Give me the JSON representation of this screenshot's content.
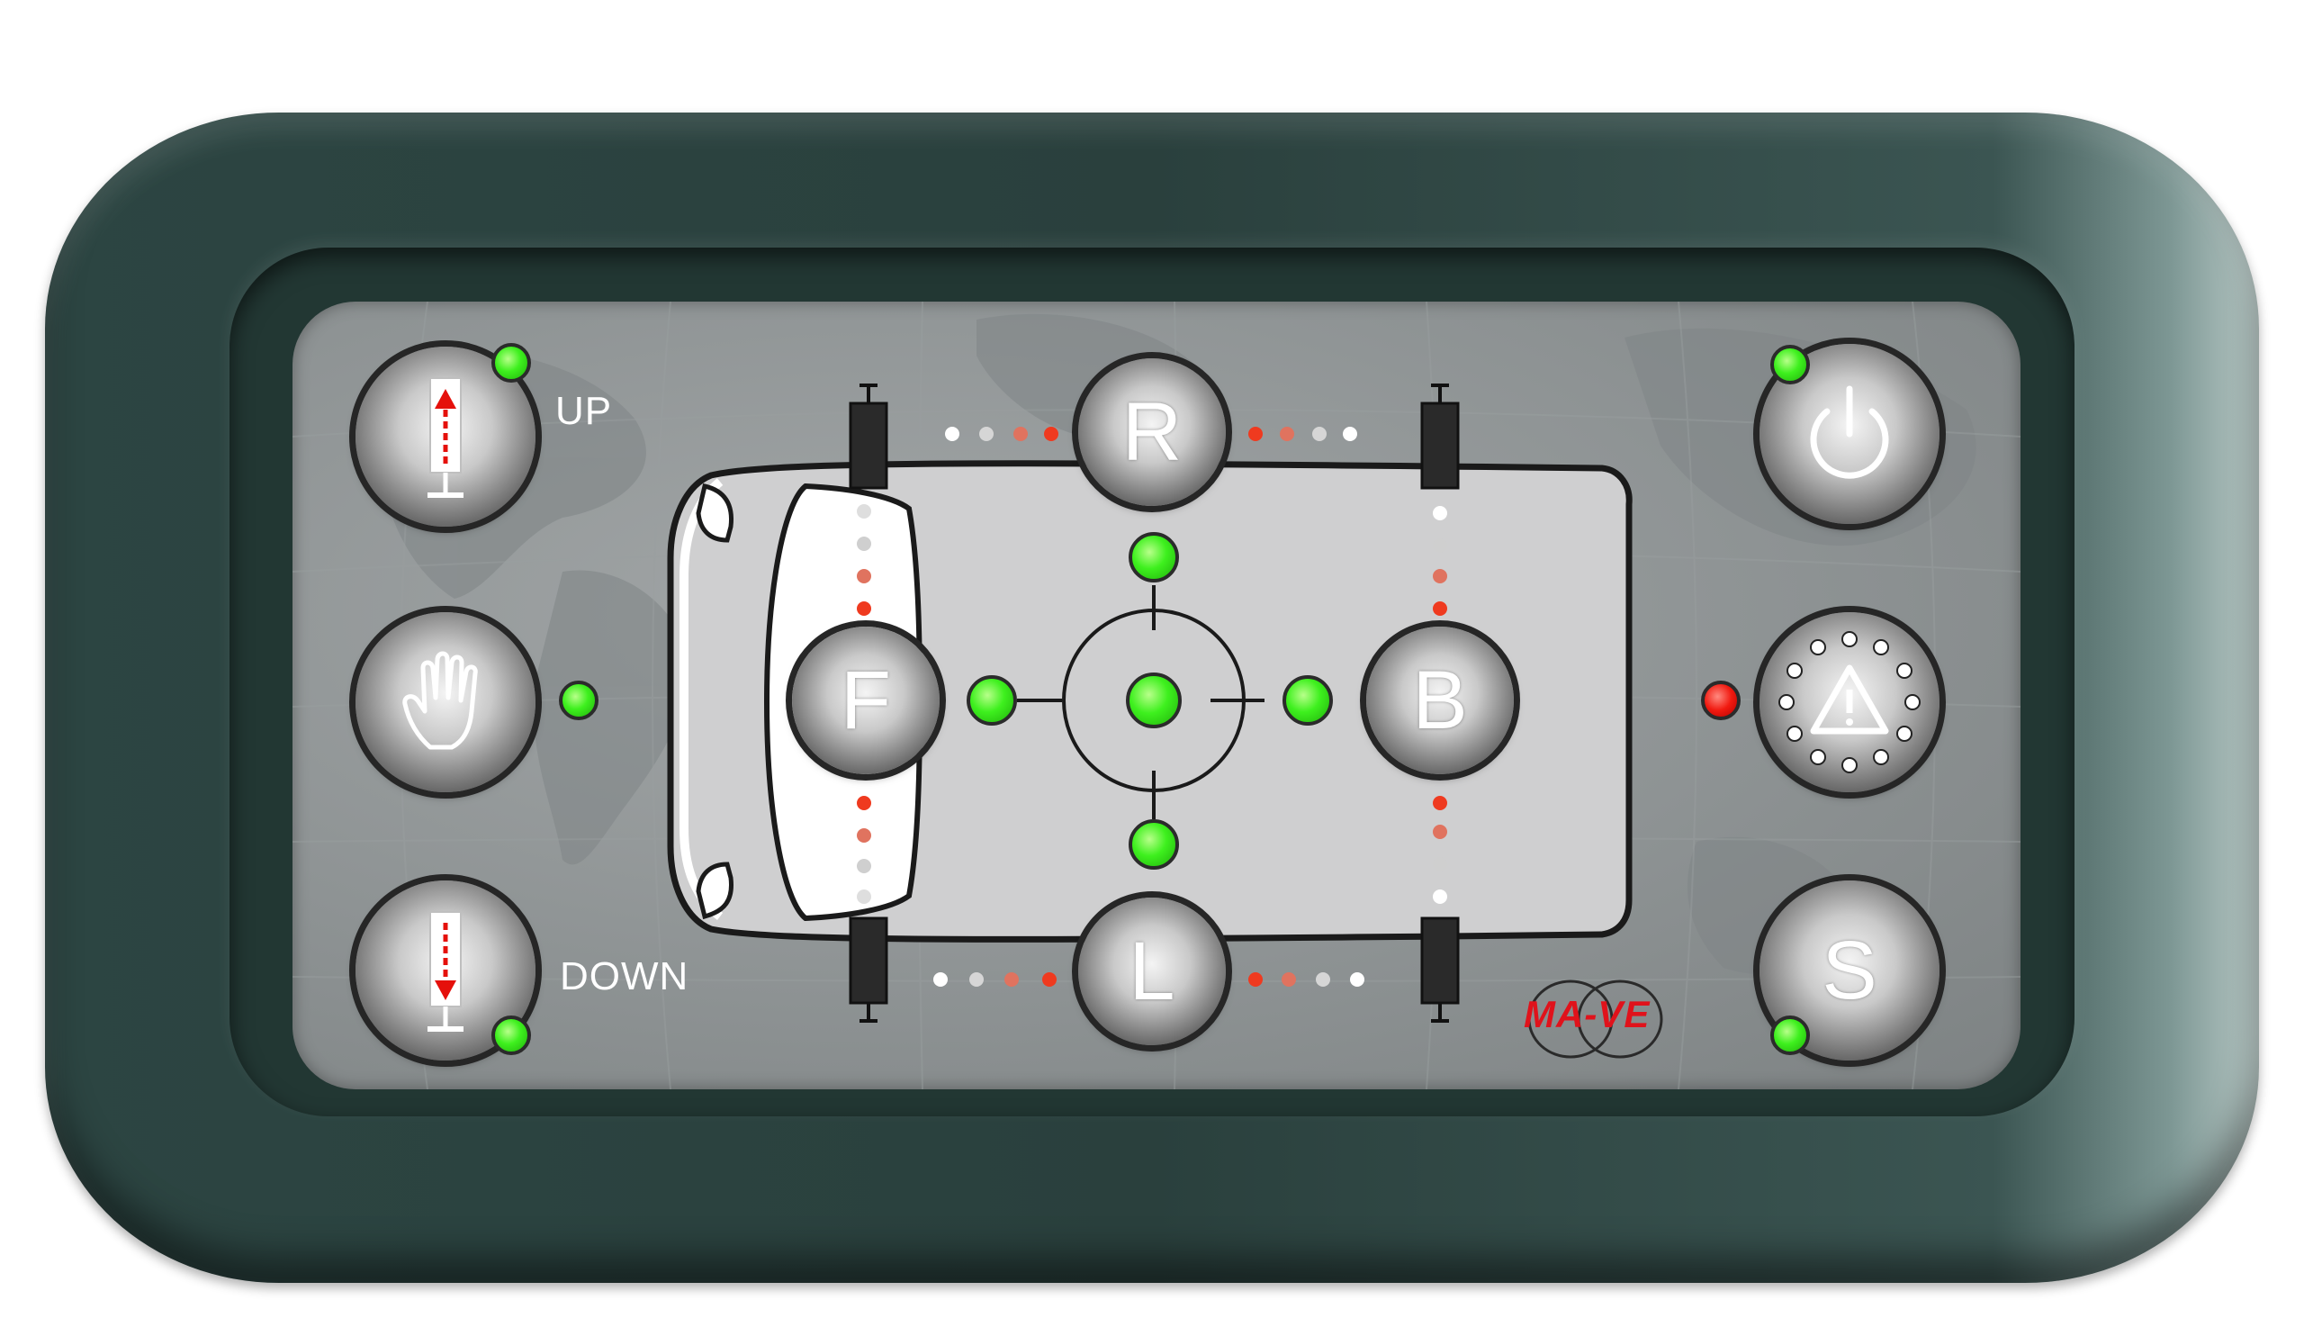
{
  "panel": {
    "colors": {
      "bezel": "#2c4542",
      "panel": "#8e9394",
      "led_green": "#3ef01e",
      "led_red": "#f11a10",
      "dot_red": "#ef3a1f",
      "logo_red": "#e0121b"
    }
  },
  "left_controls": {
    "up": {
      "label": "UP",
      "icon": "jack-up-icon",
      "led": "green"
    },
    "manual": {
      "icon": "hand-icon",
      "led": "green"
    },
    "down": {
      "label": "DOWN",
      "icon": "jack-down-icon",
      "led": "green"
    }
  },
  "center_controls": {
    "front": {
      "letter": "F"
    },
    "back": {
      "letter": "B"
    },
    "right": {
      "letter": "R"
    },
    "left": {
      "letter": "L"
    },
    "level_indicator": {
      "icon": "crosshair-level-icon",
      "leds": [
        "green",
        "green",
        "green",
        "green",
        "green"
      ]
    },
    "vehicle_icon": "van-top-view-icon"
  },
  "right_controls": {
    "power": {
      "icon": "power-icon",
      "led": "green"
    },
    "warning": {
      "icon": "warning-triangle-icon",
      "led": "red"
    },
    "store": {
      "letter": "S",
      "led": "green"
    }
  },
  "brand": {
    "logo_text": "MA-VE"
  }
}
